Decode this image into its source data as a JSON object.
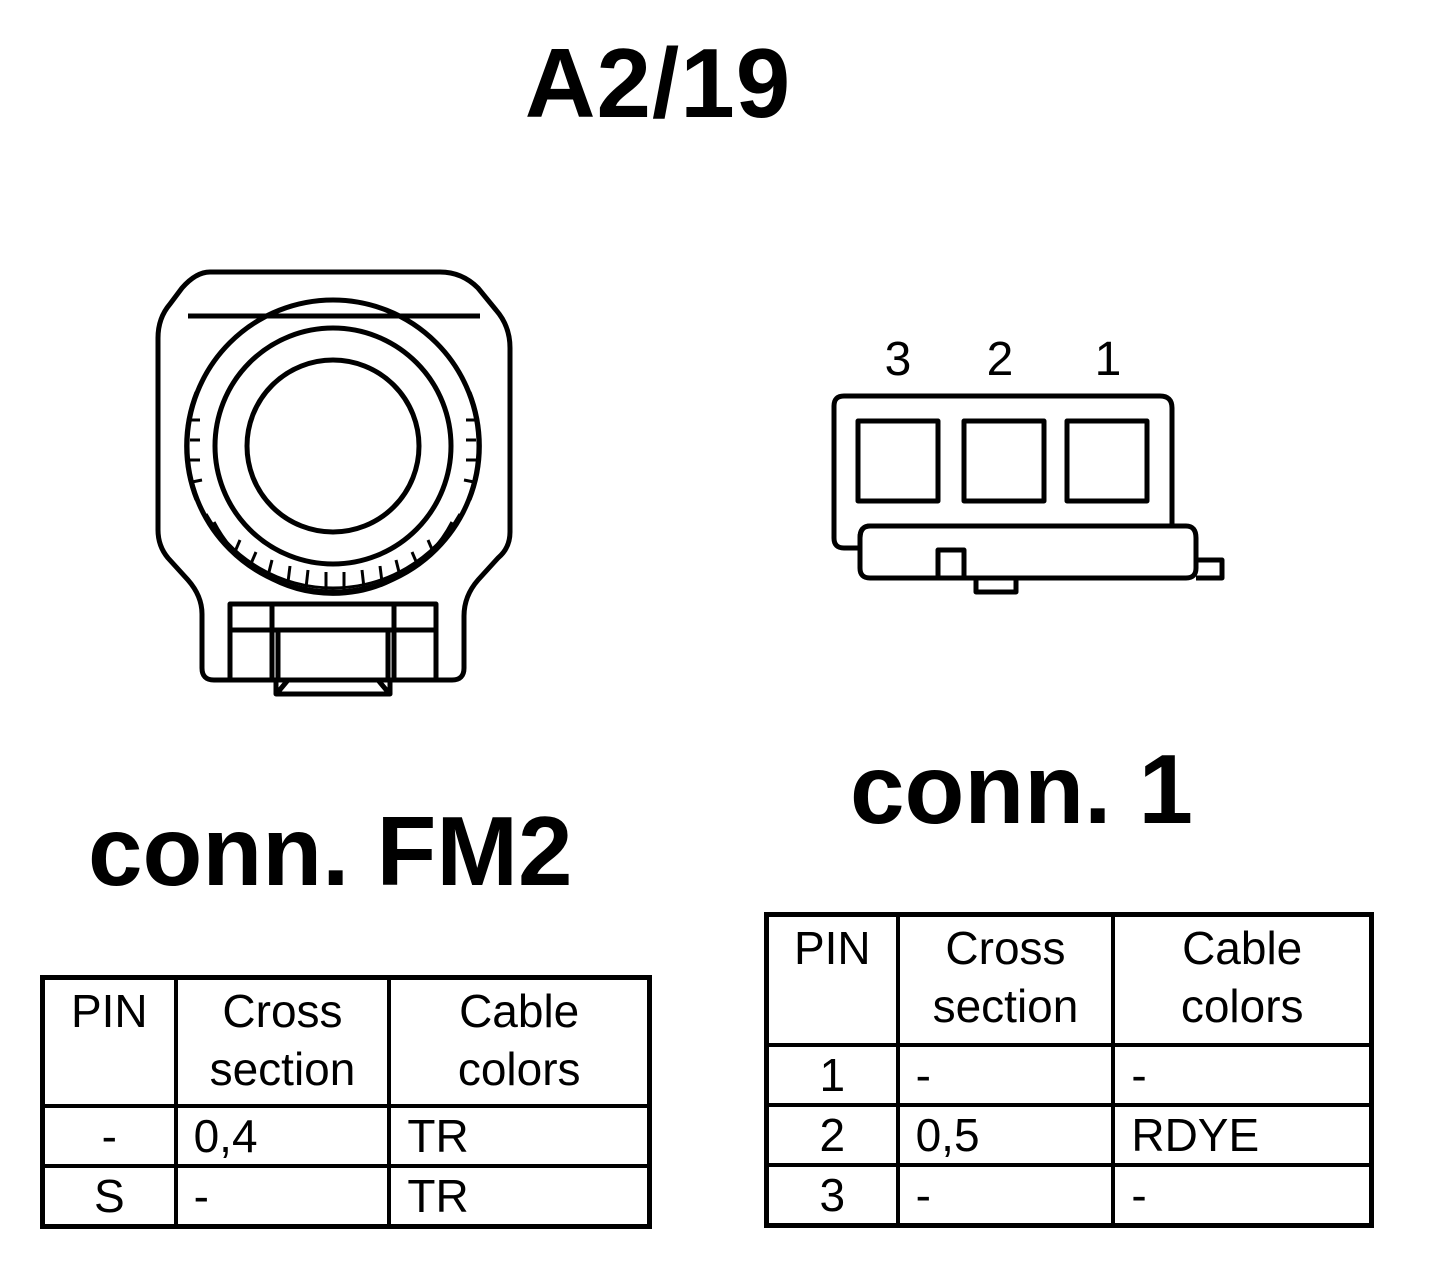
{
  "title": "A2/19",
  "connectors": [
    {
      "label": "conn. FM2",
      "headers": [
        "PIN",
        "Cross section",
        "Cable colors"
      ],
      "rows": [
        {
          "pin": "-",
          "cross_section": "0,4",
          "cable_color": "TR"
        },
        {
          "pin": "S",
          "cross_section": "-",
          "cable_color": "TR"
        }
      ]
    },
    {
      "label": "conn. 1",
      "pin_numbers": [
        "3",
        "2",
        "1"
      ],
      "headers": [
        "PIN",
        "Cross section",
        "Cable colors"
      ],
      "rows": [
        {
          "pin": "1",
          "cross_section": "-",
          "cable_color": "-"
        },
        {
          "pin": "2",
          "cross_section": "0,5",
          "cable_color": "RDYE"
        },
        {
          "pin": "3",
          "cross_section": "-",
          "cable_color": "-"
        }
      ]
    }
  ]
}
